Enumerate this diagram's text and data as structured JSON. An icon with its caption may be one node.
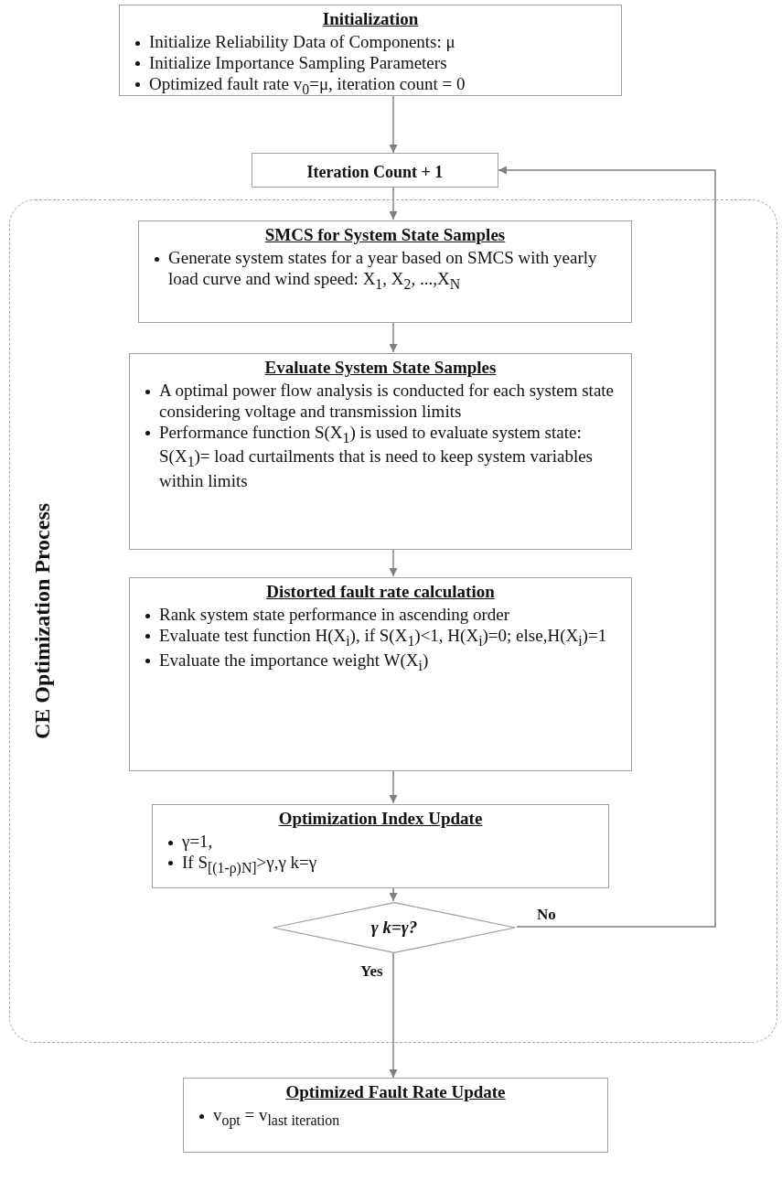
{
  "diagram": {
    "nodes": [
      {
        "text": [
          "Initialization",
          "Initialize Reliability Data of Components: μ",
          "Initialize Importance Sampling Parameters",
          "Optimized fault rate v$_{0}$=μ, iteration count = 0"
        ]
      },
      {
        "text": [
          "Iteration Count + 1"
        ]
      },
      {
        "text": [
          "CE Optimization Process"
        ]
      },
      {
        "text": [
          "SMCS for System State Samples",
          "Generate system states for a year based on SMCS with yearly load curve and wind speed: X$_{1}$, X$_{2}$, ...,X$_{N}$"
        ],
        "in": 2
      },
      {
        "text": [
          "Evaluate System State Samples",
          "A optimal power flow analysis is conducted for each system state considering voltage and transmission limits",
          "Performance function S(X$_{1}$) is used to evaluate system state: S(X$_{1}$)= load curtailments that is need to keep system variables within limits"
        ],
        "in": 2
      },
      {
        "text": [
          "Distorted fault rate calculation",
          "Rank system state performance in ascending order",
          "Evaluate test function H(X$_{i}$), if S(X$_{1}$)<1, H(X$_{i}$)=0; else,H(X$_{i}$)=1",
          "Evaluate the importance weight W(X$_{i}$)"
        ],
        "in": 2
      },
      {
        "text": [
          "Optimization Index Update",
          "γ=1,",
          "If S$_{[(1-ρ)N]}$>γ,γ k=γ"
        ],
        "in": 2
      },
      {
        "text": [
          "γ k=γ?"
        ],
        "in": 2
      },
      {
        "text": [
          "Optimized Fault Rate Update",
          "v$_{opt}$ = v$_{last iteration}$"
        ]
      }
    ],
    "edges": [
      {
        "from": 0,
        "to": 1,
        "arrow": "to"
      },
      {
        "from": 1,
        "to": 3,
        "arrow": "to"
      },
      {
        "from": 3,
        "to": 4,
        "arrow": "to"
      },
      {
        "from": 4,
        "to": 5,
        "arrow": "to"
      },
      {
        "from": 5,
        "to": 6,
        "arrow": "to"
      },
      {
        "from": 6,
        "to": 7,
        "arrow": "to"
      },
      {
        "from": 7,
        "to": 8,
        "arrow": "to",
        "label": "Yes"
      },
      {
        "from": 7,
        "to": 1,
        "arrow": "to",
        "label": "No"
      }
    ]
  }
}
